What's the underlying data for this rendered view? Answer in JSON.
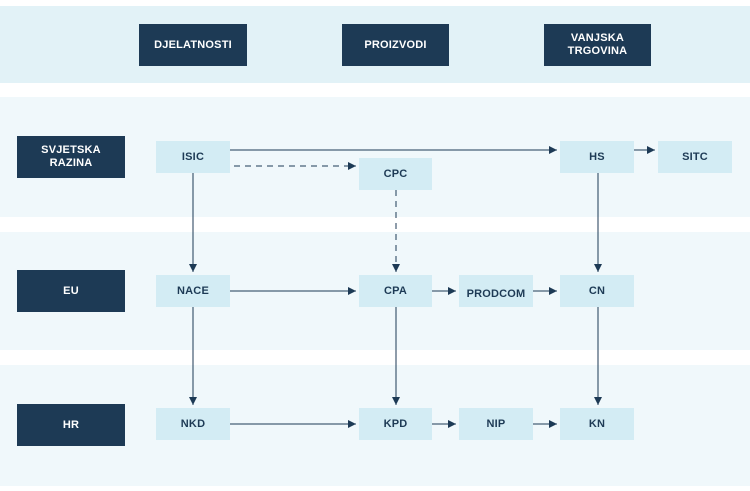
{
  "colors": {
    "header_band": "#e2f2f7",
    "row_band": "#f0f8fb",
    "dark_box": "#1d3a55",
    "node_fill": "#d3ecf4",
    "line": "#1d3a55"
  },
  "columns": {
    "activities": "DJELATNOSTI",
    "products": "PROIZVODI",
    "foreign_trade": "VANJSKA\nTRGOVINA"
  },
  "rows": {
    "world": "SVJETSKA\nRAZINA",
    "eu": "EU",
    "hr": "HR"
  },
  "nodes": {
    "isic": "ISIC",
    "cpc": "CPC",
    "hs": "HS",
    "sitc": "SITC",
    "nace": "NACE",
    "cpa": "CPA",
    "prodcom": "PRODCOM",
    "cn": "CN",
    "nkd": "NKD",
    "kpd": "KPD",
    "nip": "NIP",
    "kn": "KN"
  },
  "edges": [
    {
      "from": "isic",
      "to": "hs",
      "style": "solid"
    },
    {
      "from": "hs",
      "to": "sitc",
      "style": "solid"
    },
    {
      "from": "isic",
      "to": "cpc",
      "style": "dashed"
    },
    {
      "from": "isic",
      "to": "nace",
      "style": "solid"
    },
    {
      "from": "cpc",
      "to": "cpa",
      "style": "dashed"
    },
    {
      "from": "hs",
      "to": "cn",
      "style": "solid"
    },
    {
      "from": "nace",
      "to": "cpa",
      "style": "solid"
    },
    {
      "from": "cpa",
      "to": "prodcom",
      "style": "solid"
    },
    {
      "from": "prodcom",
      "to": "cn",
      "style": "solid"
    },
    {
      "from": "nace",
      "to": "nkd",
      "style": "solid"
    },
    {
      "from": "cpa",
      "to": "kpd",
      "style": "solid"
    },
    {
      "from": "cn",
      "to": "kn",
      "style": "solid"
    },
    {
      "from": "nkd",
      "to": "kpd",
      "style": "solid"
    },
    {
      "from": "kpd",
      "to": "nip",
      "style": "solid"
    },
    {
      "from": "nip",
      "to": "kn",
      "style": "solid"
    }
  ]
}
